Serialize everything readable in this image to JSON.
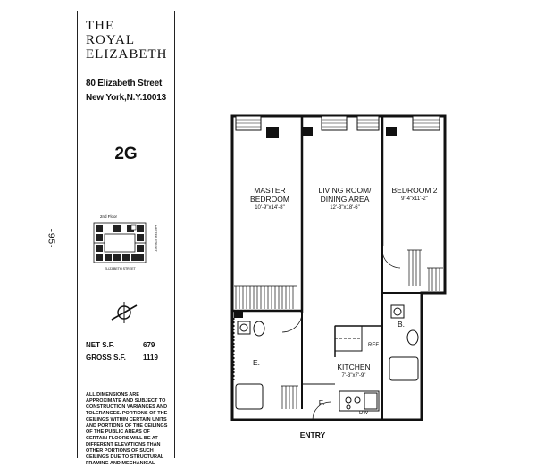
{
  "page_number": "-95-",
  "building": {
    "name_lines": [
      "THE",
      "ROYAL",
      "ELIZABETH"
    ],
    "address_line1": "80 Elizabeth Street",
    "address_line2": "New York,N.Y.10013"
  },
  "unit": "2G",
  "key_plan": {
    "floor_label": "2nd Floor",
    "street_bottom": "ELIZABETH STREET",
    "street_right": "HESTER STREET"
  },
  "areas": {
    "net_label": "NET S.F.",
    "net_value": "679",
    "gross_label": "GROSS S.F.",
    "gross_value": "1119"
  },
  "disclaimer": "ALL DIMENSIONS ARE APPROXIMATE AND SUBJECT TO CONSTRUCTION VARIANCES AND TOLERANCES. PORTIONS OF THE CEILINGS WITHIN CERTAIN UNITS AND PORTIONS OF THE CEILINGS OF THE PUBLIC AREAS OF CERTAIN FLOORS WILL BE AT DIFFERENT ELEVATIONS THAN OTHER PORTIONS OF SUCH CEILINGS DUE TO STRUCTURAL FRAMING AND MECHANICAL",
  "rooms": {
    "master": {
      "name1": "MASTER",
      "name2": "BEDROOM",
      "dim": "10'-9\"x14'-8\""
    },
    "living": {
      "name1": "LIVING ROOM/",
      "name2": "DINING AREA",
      "dim": "12'-3\"x18'-6\""
    },
    "bed2": {
      "name": "BEDROOM 2",
      "dim": "9'-4\"x11'-2\""
    },
    "kitchen": {
      "name": "KITCHEN",
      "dim": "7'-3\"x7'-9\""
    }
  },
  "plan_marks": {
    "entry": "ENTRY",
    "foyer": "F.",
    "bath_e": "E.",
    "bath_b": "B.",
    "ref": "REF",
    "dw": "DW"
  }
}
